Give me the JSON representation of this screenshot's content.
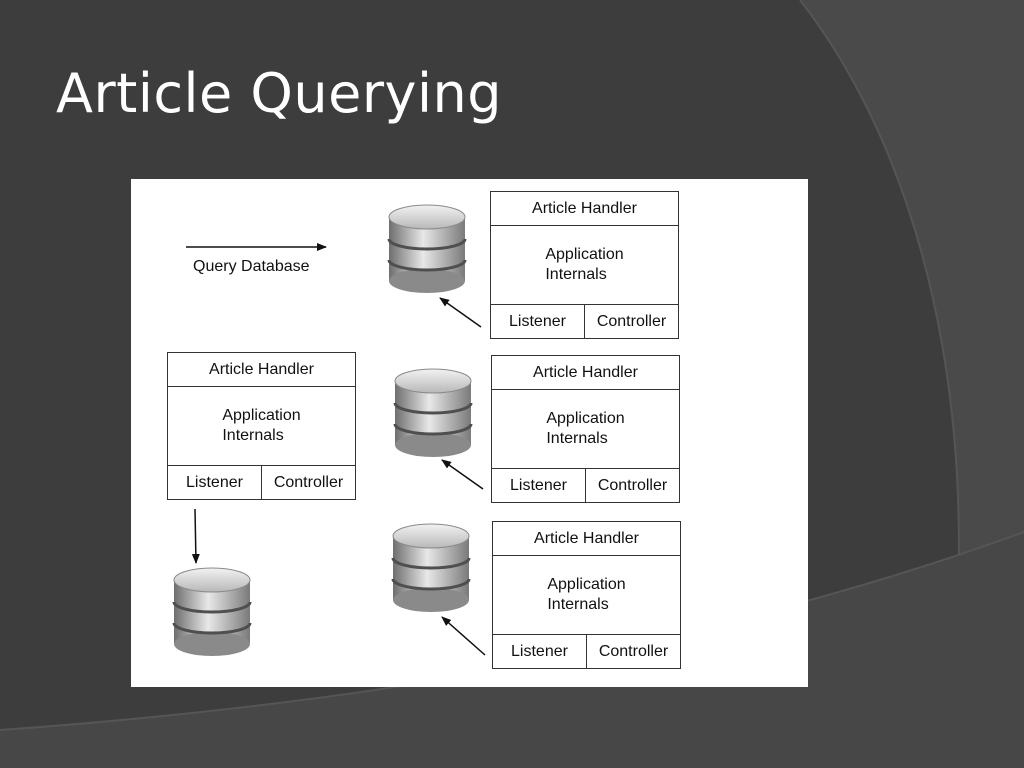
{
  "slide": {
    "title": "Article Querying",
    "colors": {
      "background": "#3d3d3d",
      "arc_overlay": "#4a4a4a",
      "title": "#ffffff"
    }
  },
  "diagram": {
    "legend": {
      "label": "Query Database"
    },
    "handlers": [
      {
        "header": "Article Handler",
        "body_line1": "Application",
        "body_line2": "Internals",
        "left_cell": "Listener",
        "right_cell": "Controller"
      },
      {
        "header": "Article Handler",
        "body_line1": "Application",
        "body_line2": "Internals",
        "left_cell": "Listener",
        "right_cell": "Controller"
      },
      {
        "header": "Article Handler",
        "body_line1": "Application",
        "body_line2": "Internals",
        "left_cell": "Listener",
        "right_cell": "Controller"
      },
      {
        "header": "Article Handler",
        "body_line1": "Application",
        "body_line2": "Internals",
        "left_cell": "Listener",
        "right_cell": "Controller"
      }
    ],
    "databases": [
      "database-icon",
      "database-icon",
      "database-icon",
      "database-icon"
    ]
  }
}
